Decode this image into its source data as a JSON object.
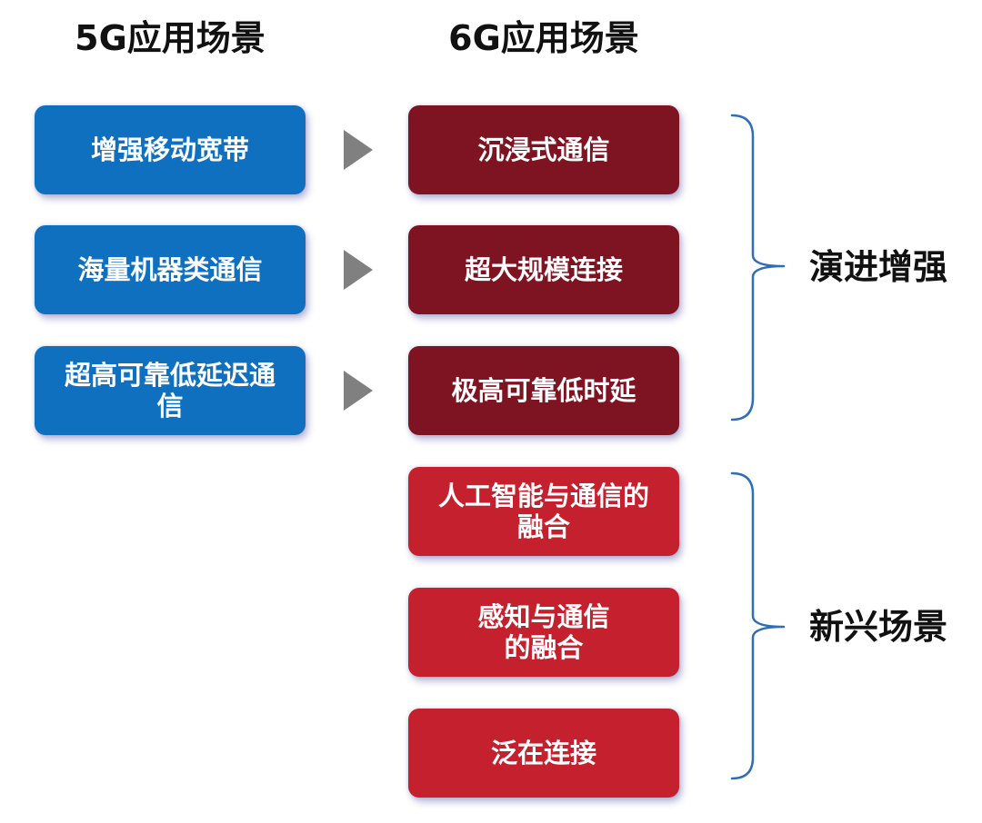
{
  "titles": {
    "left": "5G应用场景",
    "right": "6G应用场景"
  },
  "scenarios_5g": [
    "增强移动宽带",
    "海量机器类通信",
    "超高可靠低延迟通\n信"
  ],
  "scenarios_6g": [
    "沉浸式通信",
    "超大规模连接",
    "极高可靠低时延",
    "人工智能与通信的\n融合",
    "感知与通信\n的融合",
    "泛在连接"
  ],
  "groups": {
    "evolved": "演进增强",
    "emerging": "新兴场景"
  },
  "colors": {
    "blue_box": "#1070c0",
    "dark_red_box": "#7e1422",
    "red_box": "#c4202d",
    "arrow": "#808080",
    "brace": "#2f6db5"
  }
}
